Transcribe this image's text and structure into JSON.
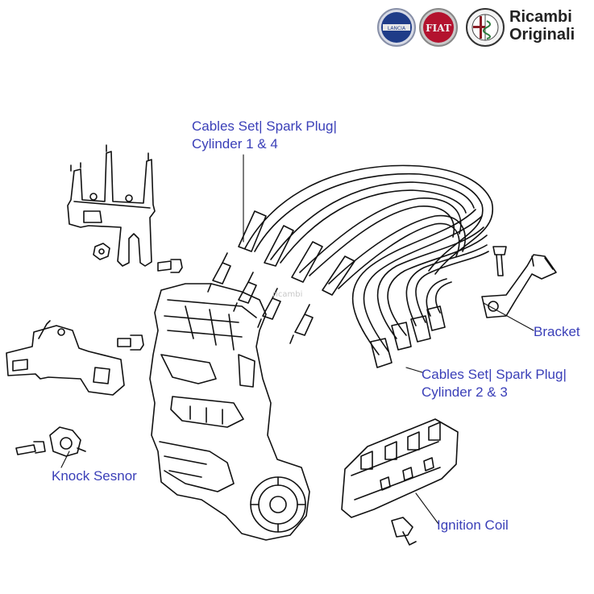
{
  "brand": {
    "logo_texts": [
      "LANCIA",
      "FIAT",
      "ALFA ROMEO"
    ],
    "title_line1": "Ricambi",
    "title_line2": "Originali"
  },
  "labels": {
    "cables_14_line1": "Cables Set| Spark Plug|",
    "cables_14_line2": "Cylinder 1 & 4",
    "bracket": "Bracket",
    "cables_23_line1": "Cables Set| Spark Plug|",
    "cables_23_line2": "Cylinder 2 & 3",
    "knock_sensor": "Knock Sesnor",
    "ignition_coil": "Ignition Coil"
  },
  "watermark": "ricambi",
  "colors": {
    "label": "#3a3fb8",
    "line": "#111111",
    "lancia": "#1f3c88",
    "fiat": "#b3122e",
    "alfa": "#8a1c24"
  }
}
